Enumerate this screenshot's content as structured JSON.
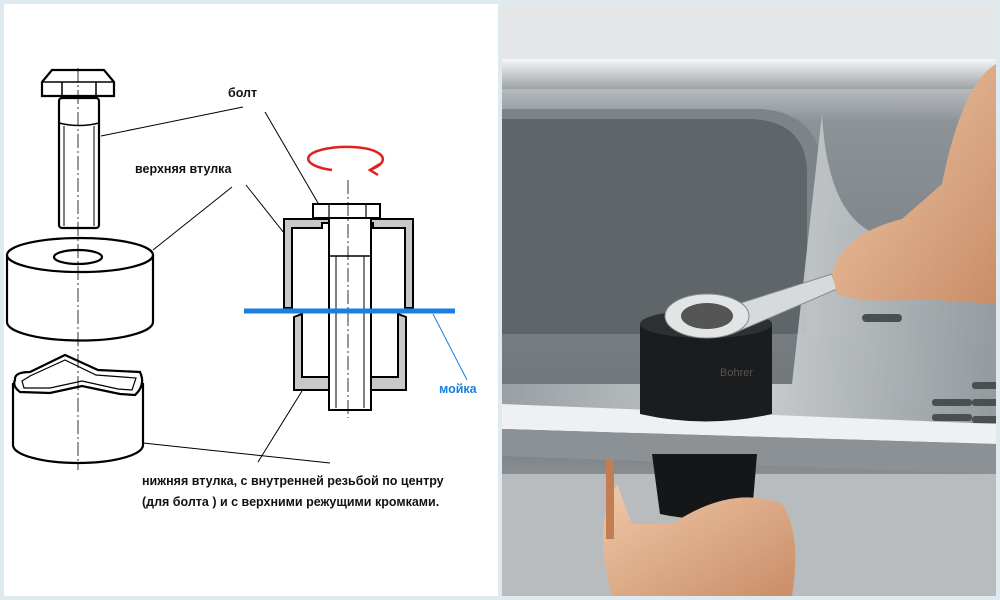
{
  "diagram": {
    "labels": {
      "bolt": "болт",
      "upper_sleeve": "верхняя втулка",
      "sink": "мойка",
      "lower_sleeve_line1": "нижняя втулка, с внутренней резьбой по центру",
      "lower_sleeve_line2": "(для болта ) и с верхними режущими кромками."
    },
    "colors": {
      "sink_line": "#1a7fe0",
      "rotation_arrow": "#e02020",
      "sleeve_fill": "#c8c8c8"
    }
  },
  "photo": {
    "label_text": "Bohrer"
  }
}
